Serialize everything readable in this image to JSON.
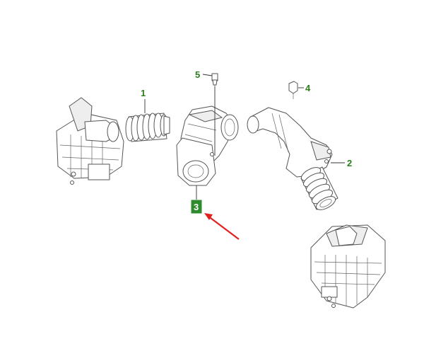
{
  "callouts": [
    {
      "id": "1",
      "label": "1"
    },
    {
      "id": "2",
      "label": "2"
    },
    {
      "id": "3",
      "label": "3"
    },
    {
      "id": "4",
      "label": "4"
    },
    {
      "id": "5",
      "label": "5"
    }
  ],
  "colors": {
    "callout_text": "#2e7d1f",
    "highlight_fill": "#2e8b2e",
    "highlight_text": "#ffffff",
    "arrow": "#e02020",
    "line": "#555555"
  }
}
